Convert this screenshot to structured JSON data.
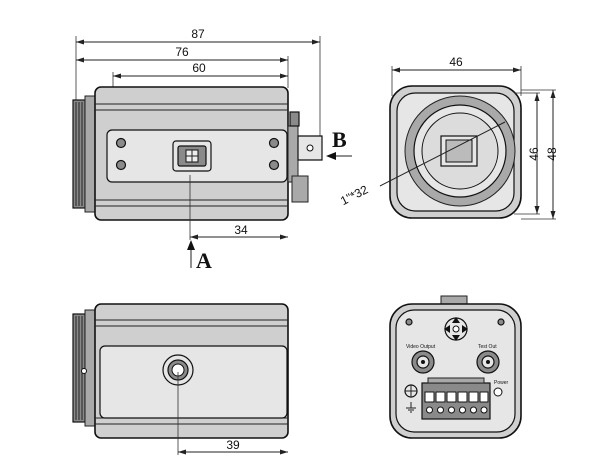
{
  "dimensions": {
    "total_length": "87",
    "body_length": "76",
    "plate_length": "60",
    "plate_offset": "34",
    "bottom_offset": "39",
    "front_width": "46",
    "front_height_inner": "46",
    "front_height_outer": "48",
    "lens_mount": "1\"*32"
  },
  "view_labels": {
    "arrow_a": "A",
    "arrow_b": "B"
  },
  "rear_panel": {
    "video_output": "Video Output",
    "test_out": "Test Out",
    "power": "Power"
  }
}
